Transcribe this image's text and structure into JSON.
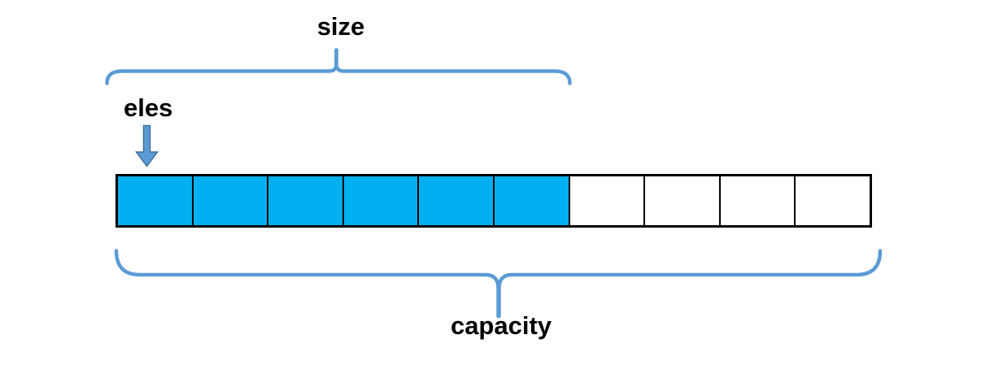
{
  "page": {
    "background": "#ffffff"
  },
  "labels": {
    "size": "size",
    "eles": "eles",
    "capacity": "capacity"
  },
  "array": {
    "total_cells": 10,
    "filled_cells": 6,
    "empty_cells": 4,
    "filled_color": "#00b0f0",
    "empty_color": "#ffffff",
    "border_color": "#000000"
  },
  "colors": {
    "brace": "#5b9bd5",
    "arrow_fill": "#5b9bd5",
    "arrow_outline": "#41719c",
    "text": "#000000"
  }
}
